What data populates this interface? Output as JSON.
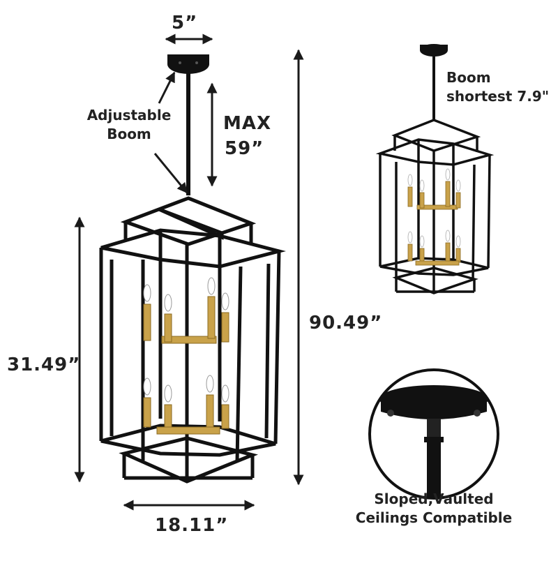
{
  "dimensions": {
    "canopy_width": "5”",
    "boom_max_line1": "MAX",
    "boom_max_line2": "59”",
    "height": "31.49”",
    "overall_height": "90.49”",
    "width": "18.11”"
  },
  "labels": {
    "adjustable_line1": "Adjustable",
    "adjustable_line2": "Boom",
    "boom_short_line1": "Boom",
    "boom_short_line2": "shortest 7.9\"",
    "sloped_line1": "Sloped,Vaulted",
    "sloped_line2": "Ceilings Compatible"
  },
  "colors": {
    "frame": "#111111",
    "brass": "#c9a24a",
    "arrow": "#1a1a1a"
  },
  "candles": {
    "large": 8,
    "small": 8
  }
}
